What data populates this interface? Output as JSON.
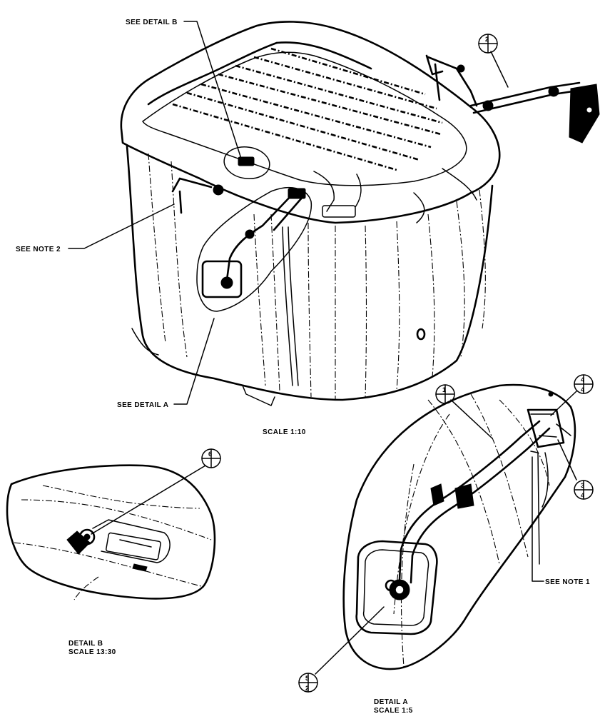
{
  "labels": {
    "see_detail_b": "SEE DETAIL B",
    "see_note_2": "SEE NOTE 2",
    "see_detail_a": "SEE DETAIL A",
    "main_scale": "SCALE 1:10",
    "see_note_1": "SEE NOTE 1",
    "detail_b_title": "DETAIL B",
    "detail_b_scale": "SCALE 13:30",
    "detail_a_title": "DETAIL A",
    "detail_a_scale": "SCALE 1:5"
  },
  "balloons": {
    "top_right": {
      "top": "2",
      "bottom": ""
    },
    "detail_b": {
      "top": "6",
      "bottom": ""
    },
    "detail_a_left": {
      "top": "1",
      "bottom": ""
    },
    "detail_a_top_right": {
      "top": "4",
      "bottom": "4"
    },
    "detail_a_right": {
      "top": "3",
      "bottom": "4"
    },
    "detail_a_bottom": {
      "top": "5",
      "bottom": "2"
    }
  }
}
